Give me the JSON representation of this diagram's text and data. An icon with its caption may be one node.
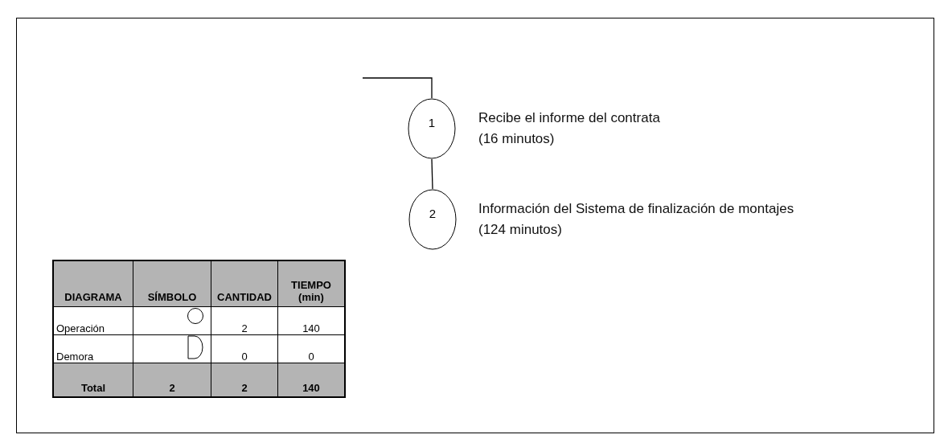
{
  "diagram": {
    "nodes": [
      {
        "text": [
          "1"
        ],
        "beside": [
          "Recibe el informe del contrata",
          "(16 minutos)"
        ]
      },
      {
        "text": [
          "2"
        ],
        "beside": [
          "Información del Sistema de finalización de montajes",
          "(124 minutos)"
        ]
      }
    ],
    "edges": [
      {
        "from": null,
        "to": 0,
        "arrow": "none"
      },
      {
        "from": 0,
        "to": 1,
        "arrow": "none"
      }
    ],
    "labels": [
      "DIAGRAMA",
      "SÍMBOLO",
      "CANTIDAD",
      "TIEMPO (min)",
      "Operación",
      "2",
      "140",
      "Demora",
      "0",
      "0",
      "Total",
      "2",
      "2",
      "140"
    ]
  }
}
